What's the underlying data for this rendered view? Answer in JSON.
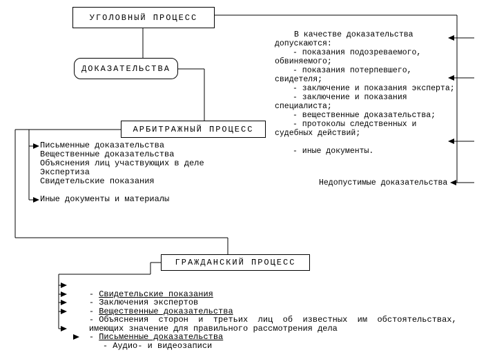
{
  "colors": {
    "line": "#000000",
    "background": "#ffffff",
    "text": "#000000"
  },
  "boxes": {
    "criminal": {
      "label": "УГОЛОВНЫЙ ПРОЦЕСС"
    },
    "evidence": {
      "label": "ДОКАЗАТЕЛЬСТВА"
    },
    "arbitration": {
      "label": "АРБИТРАЖНЫЙ ПРОЦЕСС"
    },
    "civil": {
      "label": "ГРАЖДАНСКИЙ ПРОЦЕСС"
    }
  },
  "criminal_evidence": {
    "lines": [
      {
        "text": "В качестве доказательства",
        "indent": 1
      },
      {
        "text": "допускаются:",
        "indent": 0
      },
      {
        "text": "- показания подозреваемого,",
        "indent": 2
      },
      {
        "text": "обвиняемого;",
        "indent": 0
      },
      {
        "text": "- показания потерпевшего,",
        "indent": 2
      },
      {
        "text": "свидетеля;",
        "indent": 0
      },
      {
        "text": "- заключение и показания эксперта;",
        "indent": 2
      },
      {
        "text": "- заключение и показания",
        "indent": 2
      },
      {
        "text": "специалиста;",
        "indent": 0
      },
      {
        "text": "- вещественные доказательства;",
        "indent": 2
      },
      {
        "text": "- протоколы следственных и",
        "indent": 2
      },
      {
        "text": "судебных действий;",
        "indent": 0
      },
      {
        "text": "",
        "indent": 0
      },
      {
        "text": "- иные документы.",
        "indent": 2
      }
    ]
  },
  "inadmissible": {
    "label": "Недопустимые доказательства"
  },
  "arbitration_evidence": {
    "items": [
      "Письменные доказательства",
      "Вещественные доказательства",
      "Объяснения лиц участвующих в деле",
      "Экспертиза",
      "Свидетельские показания",
      "",
      "Иные документы и материалы"
    ]
  },
  "civil_evidence": {
    "items": [
      {
        "dash": "- ",
        "text": "Свидетельские показания",
        "underlined": true
      },
      {
        "dash": "- ",
        "text": "Заключения экспертов",
        "underlined": false
      },
      {
        "dash": "- ",
        "text": "Вещественные доказательства",
        "underlined": true
      },
      {
        "dash": "- ",
        "text": "Объяснения  сторон  и  третьих  лиц  об  известных  им  обстоятельствах,",
        "underlined": false
      },
      {
        "dash": "",
        "text": "имеющих значение для правильного рассмотрения дела",
        "underlined": false
      },
      {
        "dash": "- ",
        "text": "Письменные доказательства",
        "underlined": true
      },
      {
        "dash": "- ",
        "text": "Аудио- и видеозаписи",
        "underlined": false
      }
    ]
  }
}
